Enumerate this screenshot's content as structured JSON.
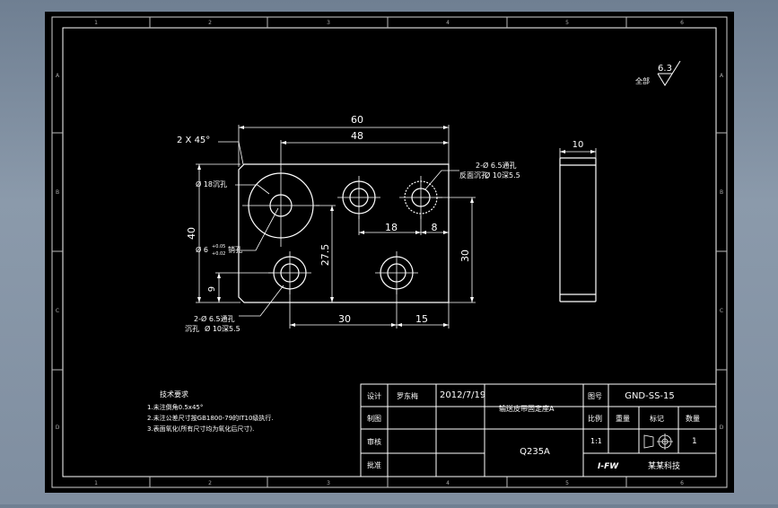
{
  "drawing": {
    "column_labels": [
      "1",
      "2",
      "3",
      "4",
      "5",
      "6"
    ],
    "row_labels": [
      "A",
      "B",
      "C",
      "D"
    ],
    "surface_finish": {
      "prefix": "全部",
      "value": "6.3"
    },
    "front_view": {
      "dims": {
        "width_total": "60",
        "hole_span": "48",
        "chamfer": "2 X 45°",
        "height": "40",
        "hole_offset_h": "18",
        "hole_offset_small": "8",
        "vertical_30": "30",
        "vertical_27_5": "27.5",
        "bottom_30": "30",
        "bottom_15": "15",
        "left_9": "9"
      },
      "callouts": {
        "phi18": "Ø 18沉孔",
        "phi6": "Ø 6",
        "phi6_tol_upper": "+0.05",
        "phi6_tol_lower": "+0.02",
        "phi6_suffix": "销孔",
        "top_right_1": "2-Ø 6.5通孔",
        "top_right_2": "反面沉孔",
        "top_right_3": "Ø 10深5.5",
        "bottom_left_1": "2-Ø 6.5通孔",
        "bottom_left_2": "沉孔",
        "bottom_left_3": "Ø 10深5.5"
      }
    },
    "side_view": {
      "thickness": "10"
    },
    "notes": {
      "title": "技术要求",
      "lines": [
        "1.未注倒角0.5x45°",
        "2.未注公差尺寸按GB1800-79的IT10级执行.",
        "3.表面氧化(所有尺寸均为氧化后尺寸)."
      ]
    },
    "title_block": {
      "design_label": "设计",
      "designer": "罗东梅",
      "date": "2012/7/19",
      "drawing_title": "输送皮带固定座A",
      "draw_label": "制图",
      "check_label": "审核",
      "approve_label": "批准",
      "material": "Q235A",
      "drawing_no_label": "图号",
      "drawing_no": "GND-SS-15",
      "scale_label": "比例",
      "weight_label": "重量",
      "mark_label": "标记",
      "qty_label": "数量",
      "scale_value": "1:1",
      "qty_value": "1",
      "logo": "I-FW",
      "company": "某某科技"
    }
  },
  "colors": {
    "background": "#000000",
    "line": "#ffffff",
    "frame_outer": "#d0d0d0"
  }
}
